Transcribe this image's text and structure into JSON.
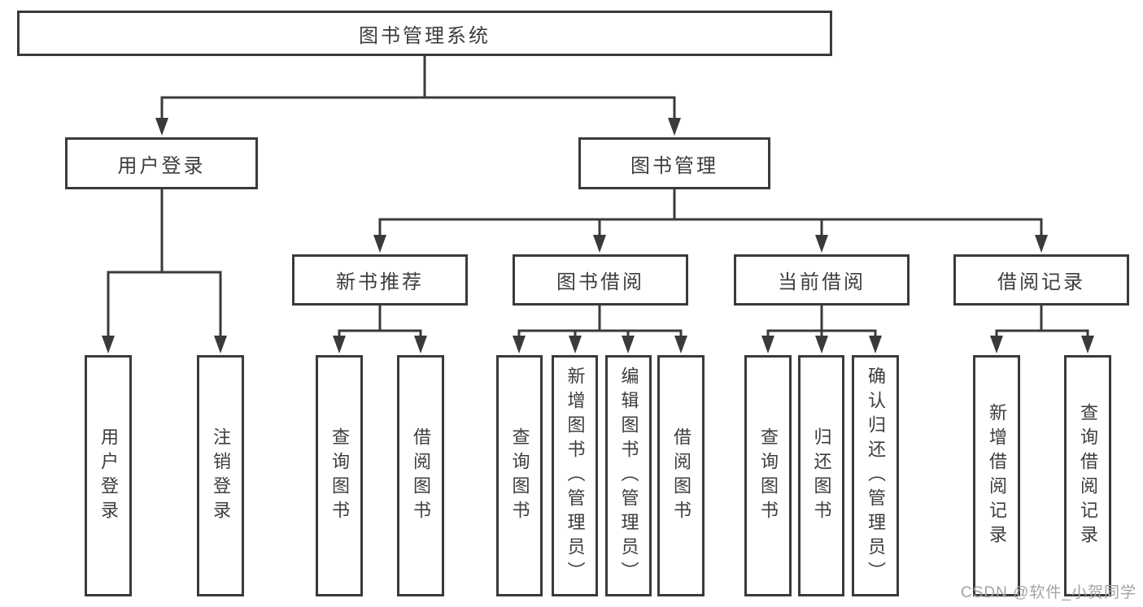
{
  "colors": {
    "line": "#3a3a3a",
    "box_border": "#3a3a3a",
    "text": "#3d3d3d",
    "background": "#ffffff",
    "watermark_text": "#a3a3a3"
  },
  "watermark": "CSDN @软件_小贺同学",
  "hierarchy": {
    "root": {
      "label": "图书管理系统",
      "children": [
        {
          "label": "用户登录",
          "children": [
            {
              "label": "用户登录"
            },
            {
              "label": "注销登录"
            }
          ]
        },
        {
          "label": "图书管理",
          "children": [
            {
              "label": "新书推荐",
              "children": [
                {
                  "label": "查询图书"
                },
                {
                  "label": "借阅图书"
                }
              ]
            },
            {
              "label": "图书借阅",
              "children": [
                {
                  "label": "查询图书"
                },
                {
                  "label": "新增图书（管理员）"
                },
                {
                  "label": "编辑图书（管理员）"
                },
                {
                  "label": "借阅图书"
                }
              ]
            },
            {
              "label": "当前借阅",
              "children": [
                {
                  "label": "查询图书"
                },
                {
                  "label": "归还图书"
                },
                {
                  "label": "确认归还（管理员）"
                }
              ]
            },
            {
              "label": "借阅记录",
              "children": [
                {
                  "label": "新增借阅记录"
                },
                {
                  "label": "查询借阅记录"
                }
              ]
            }
          ]
        }
      ]
    }
  }
}
